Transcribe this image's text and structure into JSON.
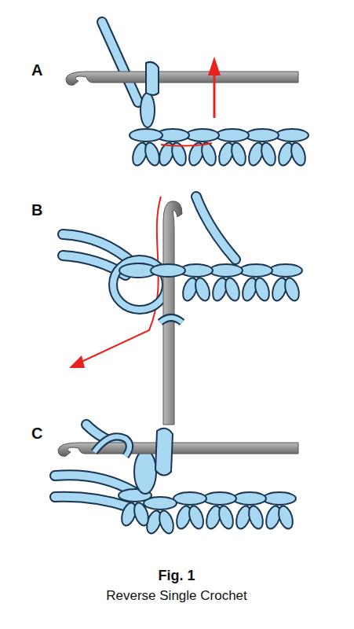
{
  "diagram": {
    "caption": "Reverse Single Crochet",
    "labels": [
      "A",
      "B",
      "C",
      "Fig. 1"
    ]
  }
}
